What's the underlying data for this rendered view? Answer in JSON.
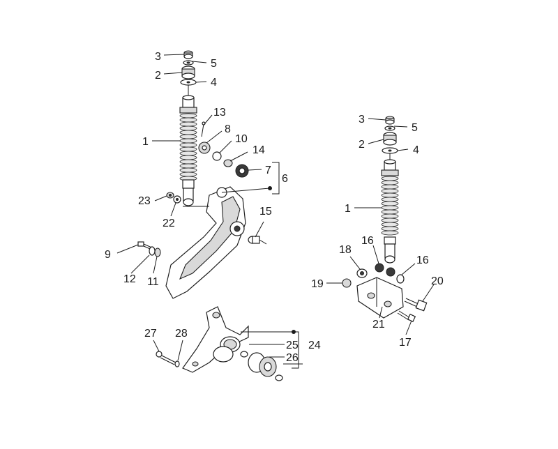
{
  "callouts": {
    "rear_left": {
      "c3": "3",
      "c5": "5",
      "c2": "2",
      "c4": "4",
      "c1": "1",
      "c13": "13",
      "c8": "8",
      "c10": "10",
      "c14": "14",
      "c7": "7",
      "c6": "6",
      "c23": "23",
      "c22": "22",
      "c15": "15",
      "c9": "9",
      "c12": "12",
      "c11": "11"
    },
    "rear_right": {
      "c3": "3",
      "c5": "5",
      "c2": "2",
      "c4": "4",
      "c1": "1",
      "c18": "18",
      "c16a": "16",
      "c16b": "16",
      "c19": "19",
      "c20": "20",
      "c21": "21",
      "c17": "17"
    },
    "bracket": {
      "c27": "27",
      "c28": "28",
      "c25": "25",
      "c24": "24",
      "c26": "26"
    }
  },
  "icons": {
    "kit_marker": "filled-dot"
  }
}
